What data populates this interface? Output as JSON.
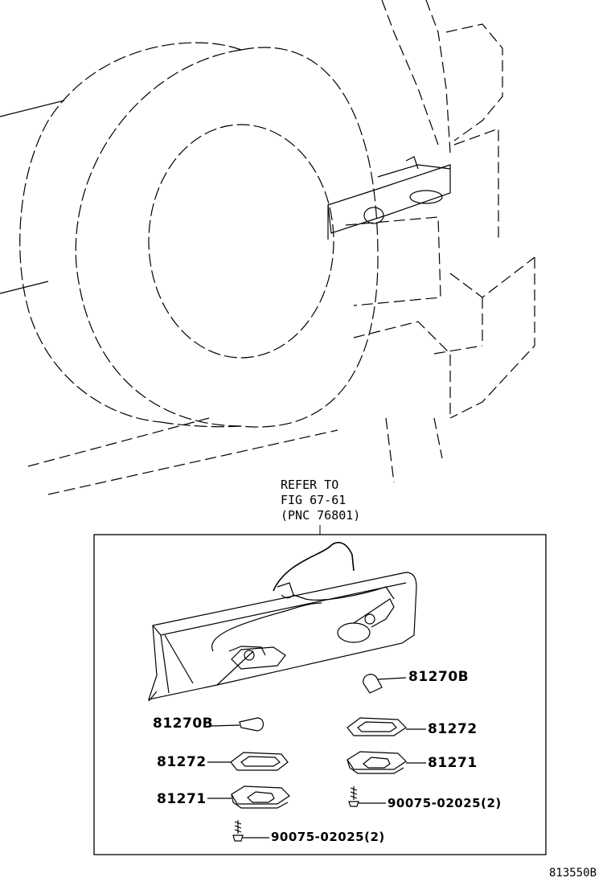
{
  "refer_note": {
    "line1": "REFER TO",
    "line2": "FIG 67-61",
    "line3": "(PNC 76801)"
  },
  "callouts": {
    "bulb_right": "81270B",
    "bulb_left": "81270B",
    "gasket_right": "81272",
    "gasket_left": "81272",
    "housing_right": "81271",
    "housing_left": "81271",
    "screw_right": "90075-02025(2)",
    "screw_left": "90075-02025(2)"
  },
  "figure_id": "813550B"
}
